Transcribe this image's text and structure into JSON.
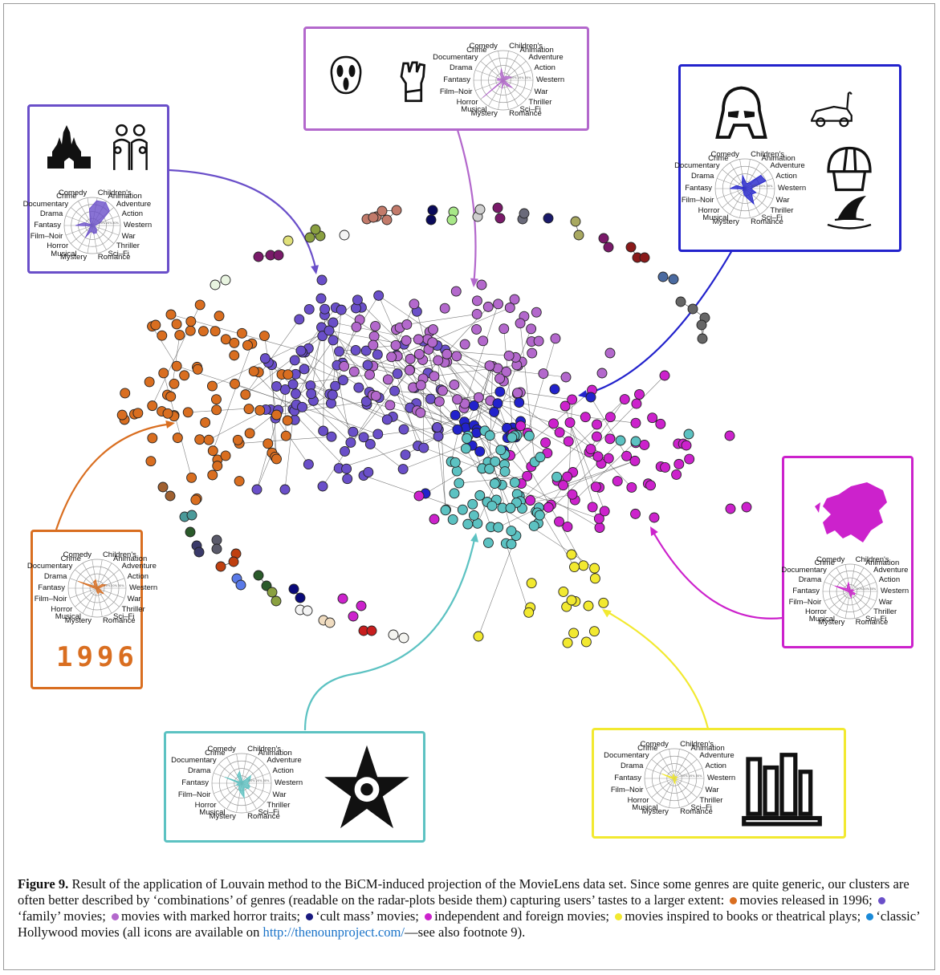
{
  "genres": [
    "Children's",
    "Animation",
    "Adventure",
    "Action",
    "Western",
    "War",
    "Thriller",
    "Sci-Fi",
    "Romance",
    "Mystery",
    "Musical",
    "Horror",
    "Film-Noir",
    "Fantasy",
    "Drama",
    "Documentary",
    "Crime",
    "Comedy"
  ],
  "ring_labels": [
    "10%",
    "20%",
    "30%"
  ],
  "clusters": [
    {
      "key": "family",
      "color": "#6a4fc9"
    },
    {
      "key": "horror",
      "color": "#b368cc"
    },
    {
      "key": "cult",
      "color": "#2222cc"
    },
    {
      "key": "1996",
      "color": "#d96e20"
    },
    {
      "key": "independent",
      "color": "#cc22cc"
    },
    {
      "key": "classic",
      "color": "#5cc2c2"
    },
    {
      "key": "books",
      "color": "#f2e930"
    }
  ],
  "year_label": "1996",
  "caption": {
    "label": "Figure 9.",
    "intro": " Result of the application of Louvain method to the BiCM-induced projection of the MovieLens data set. Since some genres are quite generic, our clusters are often better described by ‘combinations’ of genres (readable on the radar-plots beside them) capturing users’ tastes to a larger extent:",
    "legend": [
      {
        "text": "movies released in 1996;",
        "color": "#d96e20"
      },
      {
        "text": "‘family’ movies;",
        "color": "#6a4fc9"
      },
      {
        "text": "movies with marked horror traits;",
        "color": "#b368cc"
      },
      {
        "text": "‘cult mass’ movies;",
        "color": "#1a1a80"
      },
      {
        "text": "independent and foreign movies;",
        "color": "#cc22cc"
      },
      {
        "text": "movies inspired to books or theatrical plays;",
        "color": "#f2e930"
      },
      {
        "text": "‘classic’ Hollywood movies (all icons are available on",
        "color": "#1a8ad8"
      }
    ],
    "link": "http://thenounproject.com/",
    "tail": "—see also footnote 9)."
  }
}
